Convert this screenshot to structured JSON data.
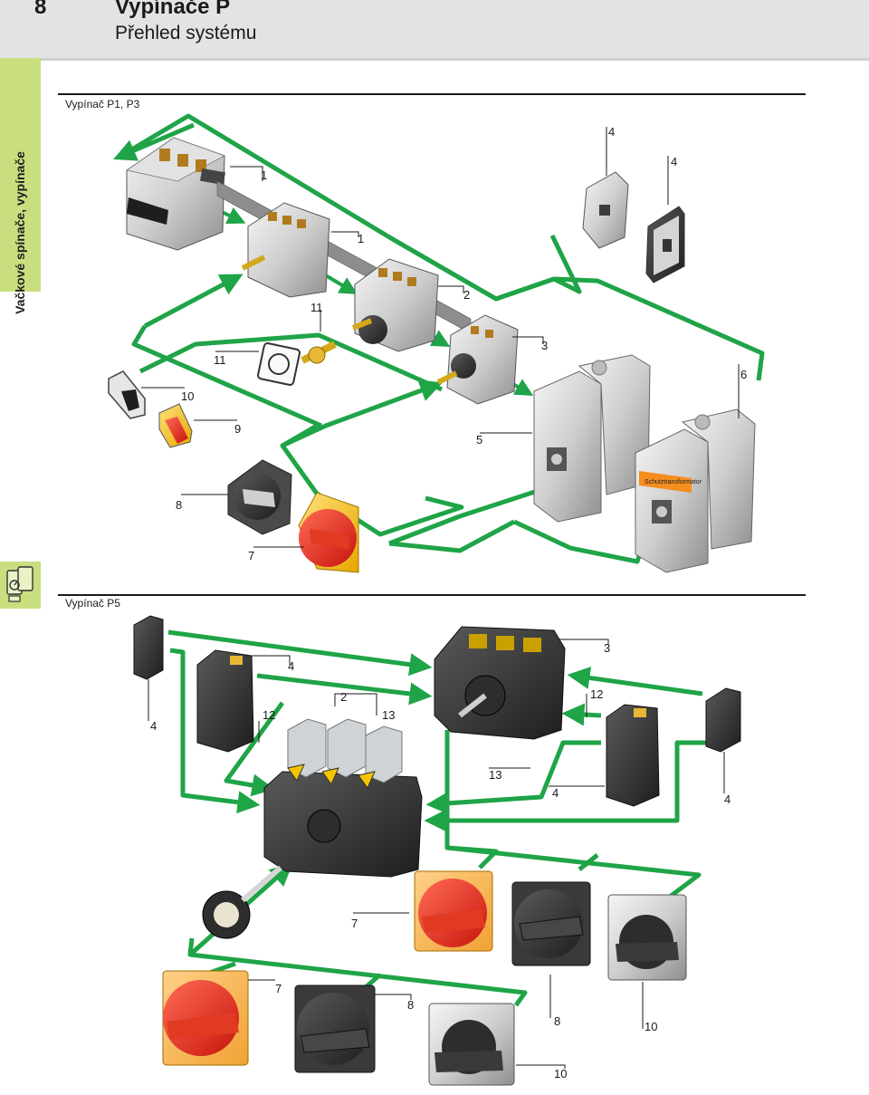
{
  "header": {
    "chapter": "8",
    "title": "Vypínače P",
    "subtitle": "Přehled systému"
  },
  "side_tab": {
    "text": "Vačkové spínače, vypínače",
    "icon": "switch-module-icon"
  },
  "colors": {
    "arrow_green": "#1fa447",
    "tab_green": "#c9df7f",
    "header_gray": "#e3e3e3"
  },
  "sections": {
    "p1p3": {
      "label": "Vypínač P1, P3",
      "callouts": [
        "1",
        "1",
        "2",
        "3",
        "4",
        "4",
        "5",
        "6",
        "7",
        "8",
        "9",
        "10",
        "11",
        "11"
      ],
      "badge_text": "Schutztransformator"
    },
    "p5": {
      "label": "Vypínač P5",
      "callouts": [
        "2",
        "3",
        "4",
        "4",
        "4",
        "4",
        "7",
        "7",
        "8",
        "8",
        "10",
        "10",
        "12",
        "12",
        "13",
        "13"
      ]
    }
  }
}
